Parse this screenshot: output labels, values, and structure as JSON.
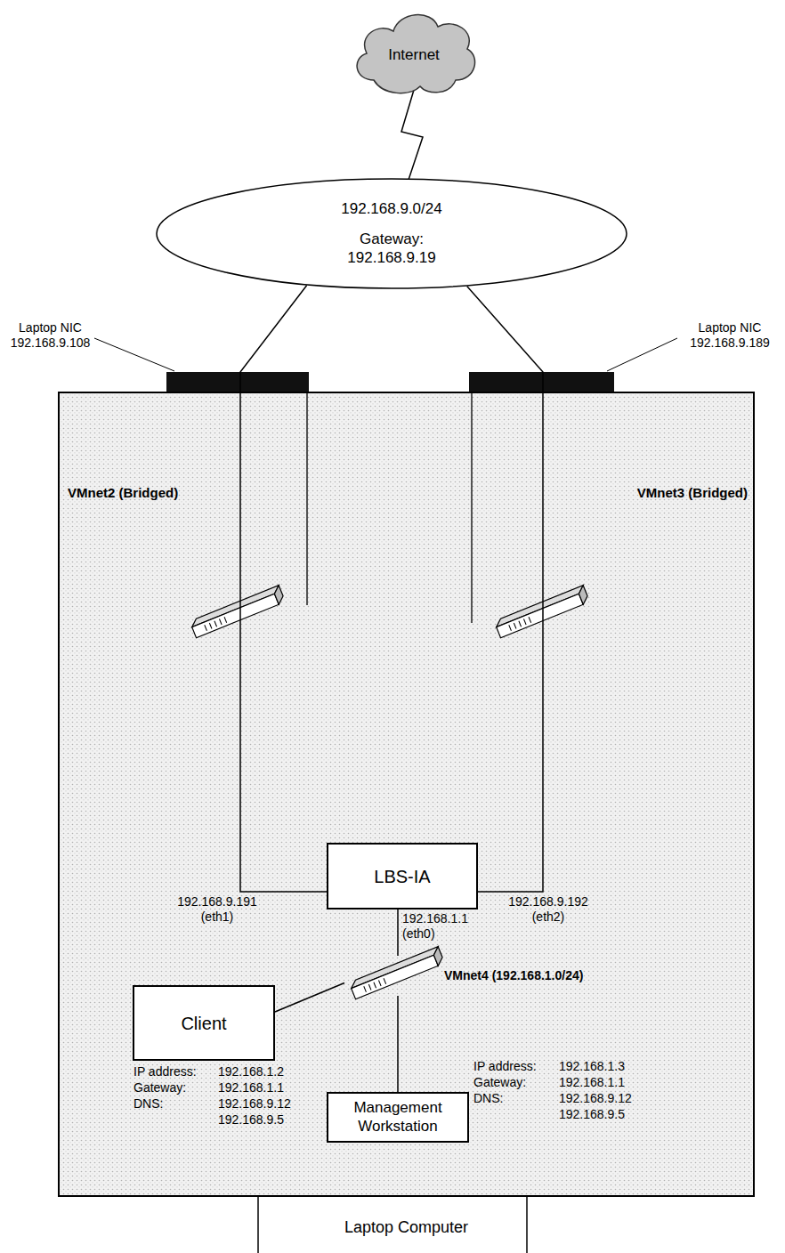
{
  "diagram": {
    "nodes": [
      {
        "text": [
          "Internet"
        ]
      },
      {
        "text": [
          "192.168.9.0/24",
          "Gateway: 192.168.9.19"
        ]
      },
      {
        "text": [
          "Laptop Computer"
        ]
      },
      {
        "text": [
          "LBS-IA"
        ],
        "in": 2
      },
      {
        "text": [
          "VMnet4 (192.168.1.0/24)"
        ],
        "in": 2
      },
      {
        "text": [
          "Client"
        ],
        "in": 2
      },
      {
        "text": [
          "Management Workstation"
        ],
        "in": 2
      }
    ],
    "edges": [
      {
        "from": 0,
        "to": 1,
        "arrow": "none"
      },
      {
        "from": 1,
        "to": 3,
        "arrow": "none"
      },
      {
        "from": 1,
        "to": 3,
        "arrow": "none"
      },
      {
        "from": 3,
        "to": 4,
        "arrow": "none"
      },
      {
        "from": 5,
        "to": 4,
        "arrow": "none"
      },
      {
        "from": 4,
        "to": 6,
        "arrow": "none"
      }
    ],
    "labels": [
      "Laptop NIC 192.168.9.108",
      "Laptop NIC 192.168.9.189",
      "VMnet2 (Bridged)",
      "VMnet3 (Bridged)",
      "192.168.9.191 (eth1)",
      "192.168.9.192 (eth2)",
      "192.168.1.1 (eth0)",
      "IP address:",
      "192.168.1.2",
      "Gateway:",
      "192.168.1.1",
      "DNS:",
      "192.168.9.12",
      "192.168.9.5",
      "IP address:",
      "192.168.1.3",
      "Gateway:",
      "192.168.1.1",
      "DNS:",
      "192.168.9.12",
      "192.168.9.5"
    ]
  }
}
